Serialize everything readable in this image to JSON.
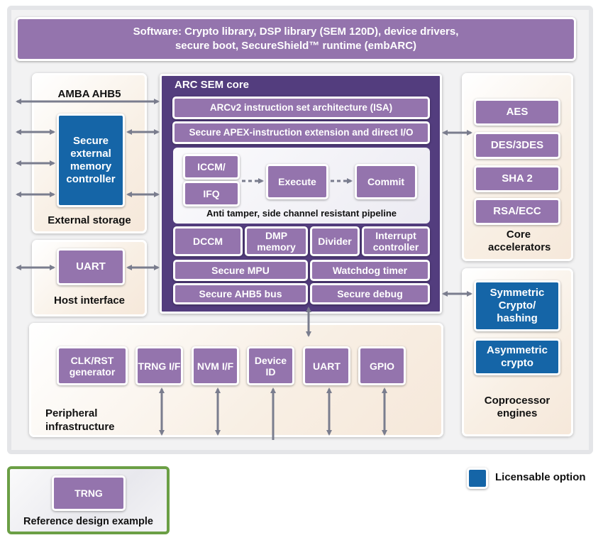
{
  "software_bar": {
    "line1": "Software: Crypto library, DSP library (SEM 120D), device drivers,",
    "line2": "secure boot, SecureShield™ runtime (embARC)"
  },
  "external_storage": {
    "bus_label": "AMBA AHB5",
    "controller": "Secure external memory controller",
    "label": "External storage"
  },
  "host_interface": {
    "block": "UART",
    "label": "Host interface"
  },
  "core": {
    "title": "ARC SEM core",
    "isa": "ARCv2 instruction set architecture (ISA)",
    "apex": "Secure APEX-instruction extension and direct I/O",
    "pipeline": {
      "iccm": "ICCM/",
      "ifq": "IFQ",
      "execute": "Execute",
      "commit": "Commit",
      "label": "Anti tamper, side channel resistant pipeline"
    },
    "row1": [
      "DCCM",
      "DMP memory",
      "Divider",
      "Interrupt controller"
    ],
    "mpu": "Secure MPU",
    "watchdog": "Watchdog timer",
    "ahb5_bus": "Secure AHB5 bus",
    "debug": "Secure debug"
  },
  "core_accelerators": {
    "blocks": [
      "AES",
      "DES/3DES",
      "SHA 2",
      "RSA/ECC"
    ],
    "label": "Core accelerators"
  },
  "coprocessor_engines": {
    "blocks": [
      "Symmetric Crypto/ hashing",
      "Asymmetric crypto"
    ],
    "label": "Coprocessor engines"
  },
  "peripheral": {
    "blocks": [
      "CLK/RST generator",
      "TRNG I/F",
      "NVM I/F",
      "Device ID",
      "UART",
      "GPIO"
    ],
    "label": "Peripheral infrastructure"
  },
  "reference_design": {
    "block": "TRNG",
    "label": "Reference design example"
  },
  "legend": {
    "label": "Licensable option",
    "color": "#1565a7"
  },
  "colors": {
    "purple_block": "#9474ad",
    "core_bg": "#533d7e",
    "licensable_blue": "#1565a7",
    "arrow_gray": "#7a7d8e",
    "reference_border": "#6b9f45"
  }
}
